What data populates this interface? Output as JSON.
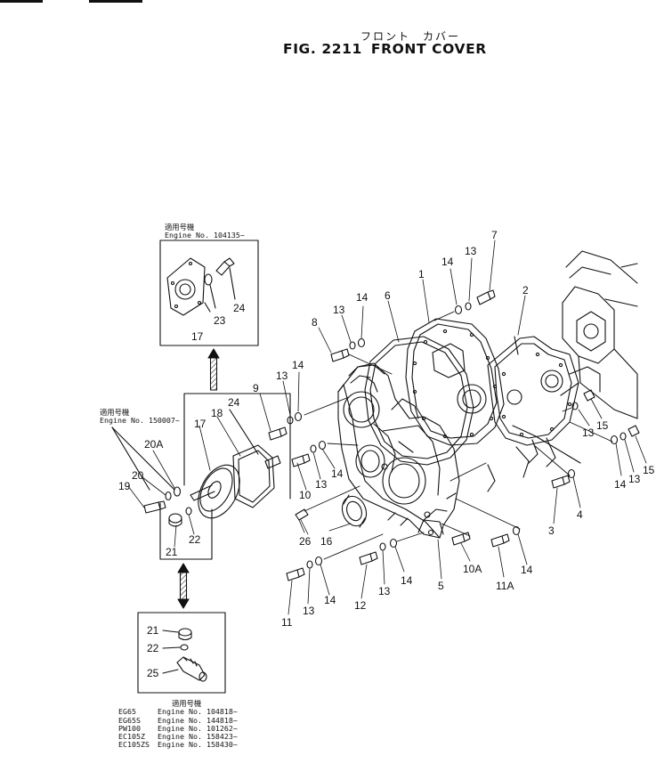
{
  "header": {
    "kana_title": [
      "フロント",
      "カバー"
    ],
    "fig_label": "FIG. 2211",
    "title": "FRONT COVER"
  },
  "insets": {
    "top": {
      "applicability_jp": "適用号機",
      "engine_no": "Engine No. 104135~",
      "callouts": [
        "17",
        "23",
        "24"
      ]
    },
    "middle": {
      "applicability_jp": "適用号機",
      "engine_no": "Engine No. 150007~",
      "callouts": [
        "17",
        "18",
        "24",
        "20A",
        "20",
        "19",
        "21",
        "22"
      ]
    },
    "bottom": {
      "callouts": [
        "21",
        "22",
        "25"
      ],
      "applicability_jp": "適用号機",
      "serials": [
        {
          "model": "EG65",
          "engine": "Engine No. 104818~"
        },
        {
          "model": "EG65S",
          "engine": "Engine No. 144818~"
        },
        {
          "model": "PW100",
          "engine": "Engine No. 101262~"
        },
        {
          "model": "EC105Z",
          "engine": "Engine No. 158423~"
        },
        {
          "model": "EC105ZS",
          "engine": "Engine No. 158430~"
        }
      ]
    }
  },
  "callouts": [
    "1",
    "2",
    "3",
    "4",
    "5",
    "6",
    "7",
    "8",
    "9",
    "10",
    "10A",
    "11",
    "11A",
    "12",
    "13",
    "14",
    "15",
    "16",
    "26"
  ],
  "colors": {
    "ink": "#111111",
    "paper": "#ffffff"
  }
}
